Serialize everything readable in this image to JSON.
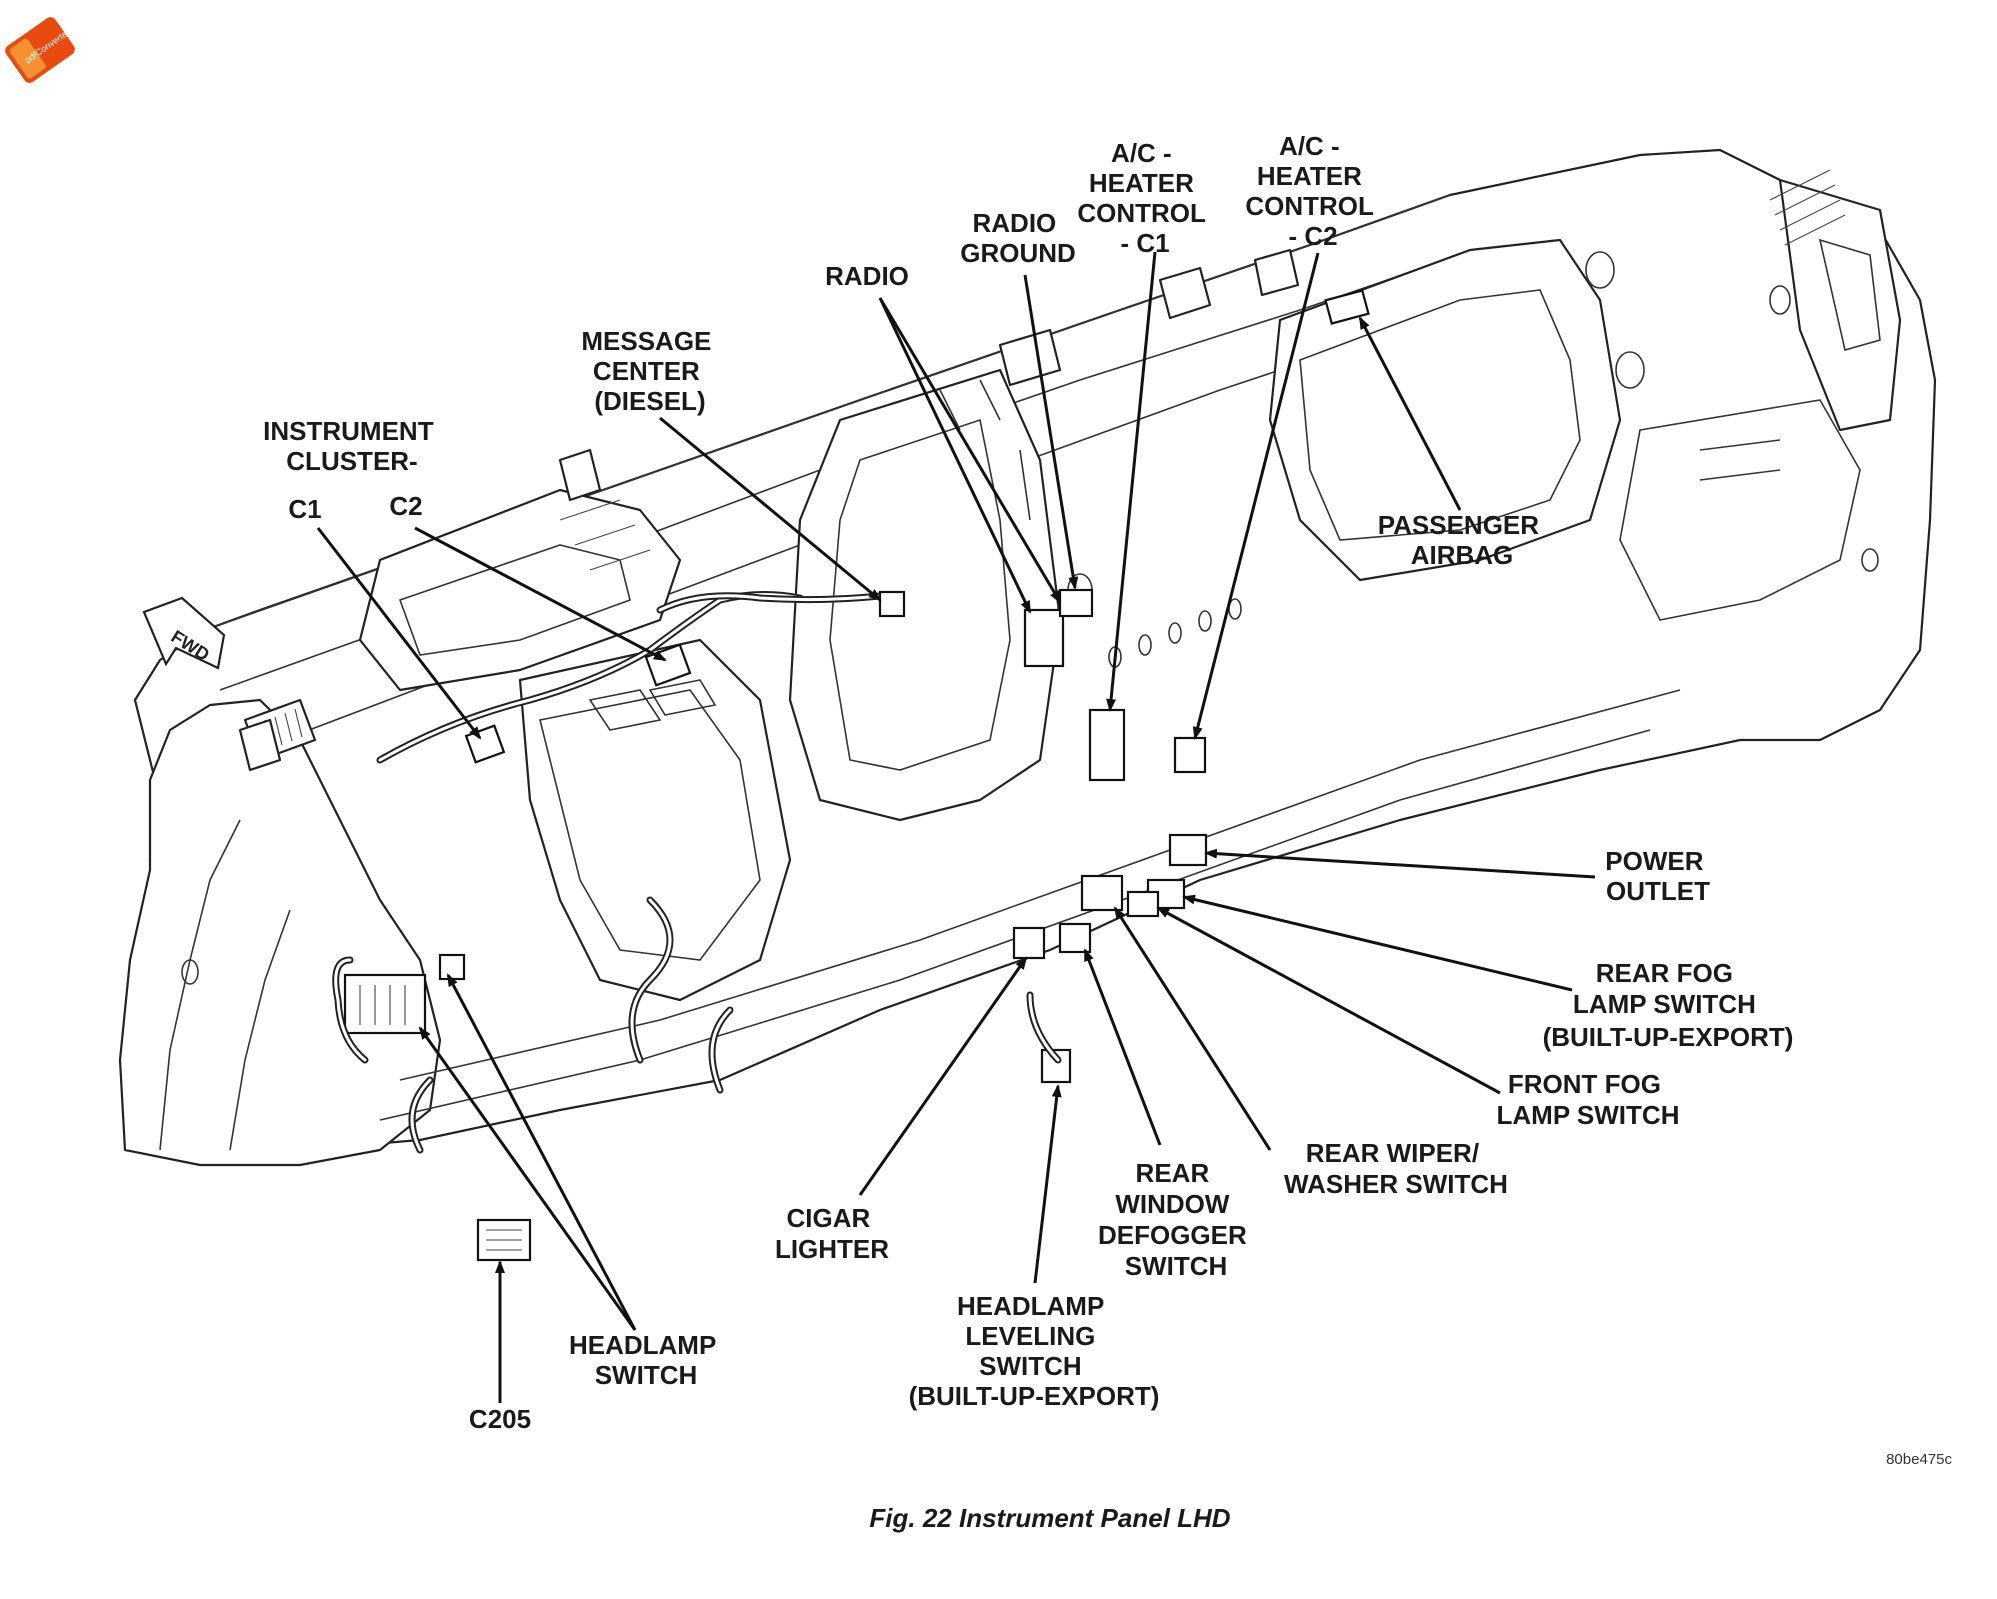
{
  "watermark": {
    "text": "pdfConverter",
    "color": "#e84a10"
  },
  "fwd_arrow": {
    "text": "FWD"
  },
  "labels": {
    "instrument_cluster": [
      "INSTRUMENT",
      "CLUSTER-"
    ],
    "c1": "C1",
    "c2": "C2",
    "message_center": [
      "MESSAGE",
      "CENTER",
      "(DIESEL)"
    ],
    "radio": "RADIO",
    "radio_ground": [
      "RADIO",
      "GROUND"
    ],
    "ac_heater_c1": [
      "A/C -",
      "HEATER",
      "CONTROL",
      "- C1"
    ],
    "ac_heater_c2": [
      "A/C -",
      "HEATER",
      "CONTROL",
      "- C2"
    ],
    "passenger_airbag": [
      "PASSENGER",
      "AIRBAG"
    ],
    "power_outlet": [
      "POWER",
      "OUTLET"
    ],
    "rear_fog": [
      "REAR FOG",
      "LAMP SWITCH",
      "(BUILT-UP-EXPORT)"
    ],
    "front_fog": [
      "FRONT FOG",
      "LAMP SWITCH"
    ],
    "rear_wiper": [
      "REAR WIPER/",
      "WASHER SWITCH"
    ],
    "rear_window": [
      "REAR",
      "WINDOW",
      "DEFOGGER",
      "SWITCH"
    ],
    "headlamp_leveling": [
      "HEADLAMP",
      "LEVELING",
      "SWITCH",
      "(BUILT-UP-EXPORT)"
    ],
    "cigar_lighter": [
      "CIGAR",
      "LIGHTER"
    ],
    "headlamp_switch": [
      "HEADLAMP",
      "SWITCH"
    ],
    "c205": "C205"
  },
  "figure_code": "80be475c",
  "caption": "Fig. 22 Instrument Panel LHD"
}
